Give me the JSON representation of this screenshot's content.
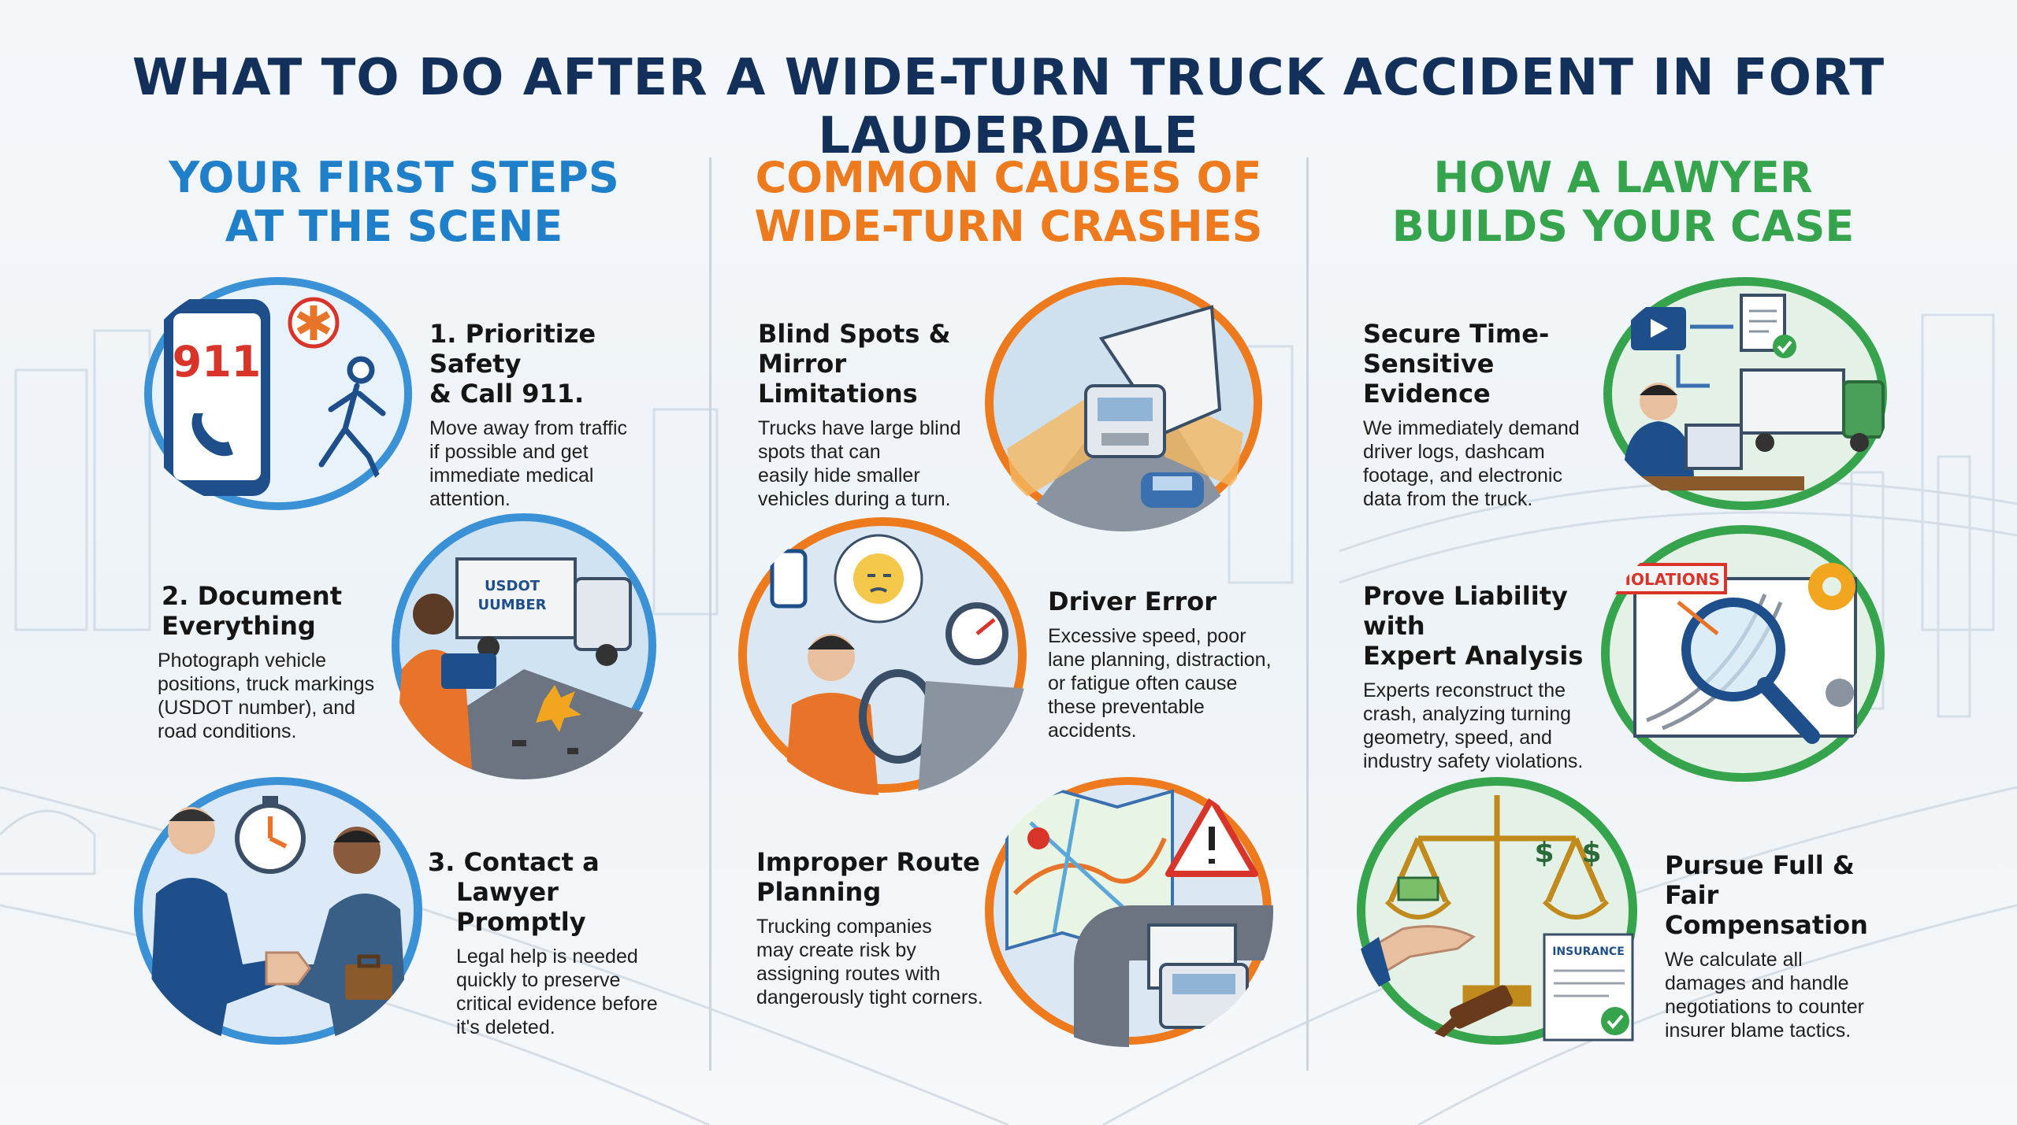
{
  "title": "WHAT TO DO AFTER A WIDE-TURN TRUCK ACCIDENT IN FORT LAUDERDALE",
  "colors": {
    "title": "#12305a",
    "blue": "#1f7fc9",
    "orange": "#ee7a1e",
    "green": "#36a34d"
  },
  "columns": [
    {
      "heading": [
        "YOUR FIRST STEPS",
        "AT THE SCENE"
      ],
      "items": [
        {
          "title": [
            "1. Prioritize Safety",
            "& Call 911."
          ],
          "body": [
            "Move away from traffic",
            "if possible and get",
            "immediate medical",
            "attention."
          ],
          "illustration": {
            "phone_text": "911",
            "icons": [
              "phone-icon",
              "emergency-medical-icon",
              "running-person-icon"
            ]
          }
        },
        {
          "title": [
            "2. Document",
            "Everything"
          ],
          "body": [
            "Photograph vehicle",
            "positions, truck markings",
            "(USDOT number), and",
            "road conditions."
          ],
          "illustration": {
            "truck_text": [
              "USDOT",
              "UUMBER"
            ],
            "icons": [
              "truck-icon",
              "camera-phone-icon",
              "debris-icon"
            ]
          }
        },
        {
          "title": [
            "3. Contact a",
            "Lawyer Promptly"
          ],
          "body": [
            "Legal help is needed",
            "quickly to preserve",
            "critical evidence before",
            "it's deleted."
          ],
          "illustration": {
            "icons": [
              "handshake-icon",
              "stopwatch-icon",
              "briefcase-icon"
            ]
          }
        }
      ]
    },
    {
      "heading": [
        "COMMON CAUSES OF",
        "WIDE-TURN CRASHES"
      ],
      "items": [
        {
          "title": [
            "Blind Spots &",
            "Mirror Limitations"
          ],
          "body": [
            "Trucks have large blind",
            "spots that can",
            "easily hide smaller",
            "vehicles during a turn."
          ],
          "illustration": {
            "icons": [
              "truck-icon",
              "blind-spot-icon",
              "car-icon"
            ]
          }
        },
        {
          "title": [
            "Driver Error"
          ],
          "body": [
            "Excessive speed, poor",
            "lane planning, distraction,",
            "or fatigue often cause",
            "these preventable",
            "accidents."
          ],
          "illustration": {
            "icons": [
              "driver-icon",
              "smartphone-icon",
              "tired-face-icon",
              "speedometer-icon"
            ]
          }
        },
        {
          "title": [
            "Improper Route",
            "Planning"
          ],
          "body": [
            "Trucking companies",
            "may create risk by",
            "assigning routes with",
            "dangerously tight corners."
          ],
          "illustration": {
            "icons": [
              "map-icon",
              "warning-icon",
              "truck-icon"
            ]
          }
        }
      ]
    },
    {
      "heading": [
        "HOW A LAWYER",
        "BUILDS YOUR CASE"
      ],
      "items": [
        {
          "title": [
            "Secure Time-",
            "Sensitive Evidence"
          ],
          "body": [
            "We immediately demand",
            "driver logs, dashcam",
            "footage, and electronic",
            "data from the truck."
          ],
          "illustration": {
            "icons": [
              "video-icon",
              "document-check-icon",
              "lawyer-at-desk-icon",
              "truck-icon"
            ]
          }
        },
        {
          "title": [
            "Prove Liability with",
            "Expert Analysis"
          ],
          "body": [
            "Experts reconstruct the",
            "crash, analyzing turning",
            "geometry, speed, and",
            "industry safety violations."
          ],
          "illustration": {
            "banner_text": "VIOLATIONS",
            "icons": [
              "magnifying-glass-icon",
              "gear-icon",
              "diagram-icon"
            ]
          }
        },
        {
          "title": [
            "Pursue Full &",
            "Fair Compensation"
          ],
          "body": [
            "We calculate all",
            "damages and handle",
            "negotiations to counter",
            "insurer blame tactics."
          ],
          "illustration": {
            "doc_text": "INSURANCE",
            "icons": [
              "scales-of-justice-icon",
              "money-icon",
              "gavel-icon",
              "hand-icon"
            ]
          }
        }
      ]
    }
  ]
}
